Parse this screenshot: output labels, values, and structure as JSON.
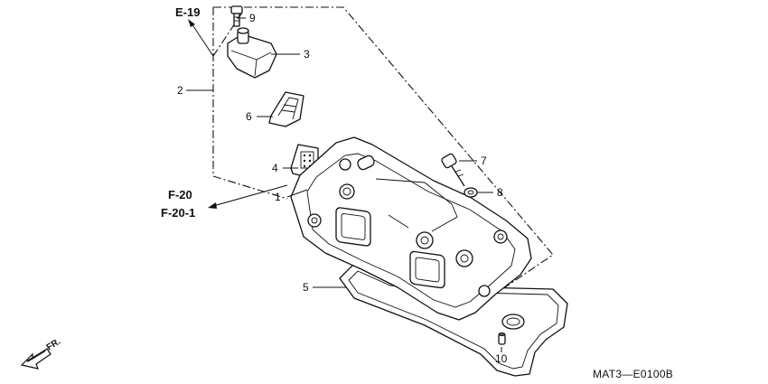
{
  "callouts": [
    {
      "id": "1",
      "label": "1"
    },
    {
      "id": "2",
      "label": "2"
    },
    {
      "id": "3",
      "label": "3"
    },
    {
      "id": "4",
      "label": "4"
    },
    {
      "id": "5",
      "label": "5"
    },
    {
      "id": "6",
      "label": "6"
    },
    {
      "id": "7",
      "label": "7"
    },
    {
      "id": "8",
      "label": "8"
    },
    {
      "id": "9",
      "label": "9"
    },
    {
      "id": "10",
      "label": "10"
    }
  ],
  "references": {
    "e19": "E-19",
    "f20": "F-20",
    "f20_1": "F-20-1"
  },
  "direction_label": "FR.",
  "diagram_code": "MAT3—E0100B"
}
